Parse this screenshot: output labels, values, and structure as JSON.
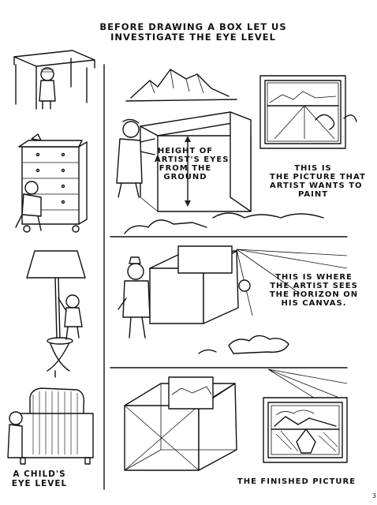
{
  "title": {
    "line1": "BEFORE DRAWING A BOX LET US",
    "line2": "INVESTIGATE THE EYE LEVEL"
  },
  "captions": {
    "height": [
      "HEIGHT OF",
      "ARTIST'S EYES",
      "FROM THE",
      "GROUND"
    ],
    "picture": [
      "THIS IS",
      "THE PICTURE THAT",
      "ARTIST WANTS TO",
      "PAINT"
    ],
    "horizon": [
      "THIS IS WHERE",
      "THE ARTIST SEES",
      "THE HORIZON ON",
      "HIS CANVAS."
    ],
    "child": [
      "A CHILD'S",
      "EYE LEVEL"
    ],
    "finished": "THE FINISHED PICTURE"
  },
  "page_number": "3"
}
